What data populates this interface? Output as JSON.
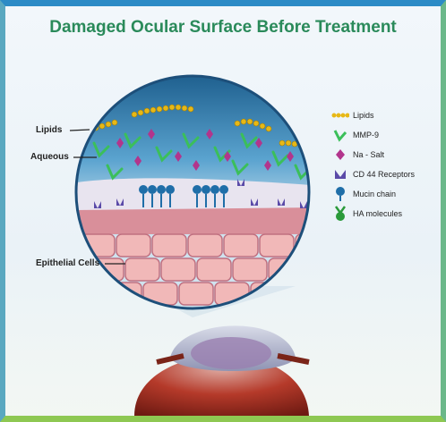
{
  "title": "Damaged Ocular Surface Before Treatment",
  "callouts": {
    "lipids": "Lipids",
    "aqueous": "Aqueous",
    "epithelial": "Epithelial Cells"
  },
  "legend": [
    {
      "label": "Lipids",
      "icon": "lipid-chain-icon",
      "color": "#e7b816"
    },
    {
      "label": "MMP-9",
      "icon": "mmp9-icon",
      "color": "#3bbf5a"
    },
    {
      "label": "Na - Salt",
      "icon": "salt-diamond-icon",
      "color": "#b2358c"
    },
    {
      "label": "CD 44 Receptors",
      "icon": "cd44-receptor-icon",
      "color": "#5a4aa8"
    },
    {
      "label": "Mucin chain",
      "icon": "mucin-icon",
      "color": "#1f6ea8"
    },
    {
      "label": "HA molecules",
      "icon": "ha-molecule-icon",
      "color": "#2a9a3a"
    }
  ]
}
